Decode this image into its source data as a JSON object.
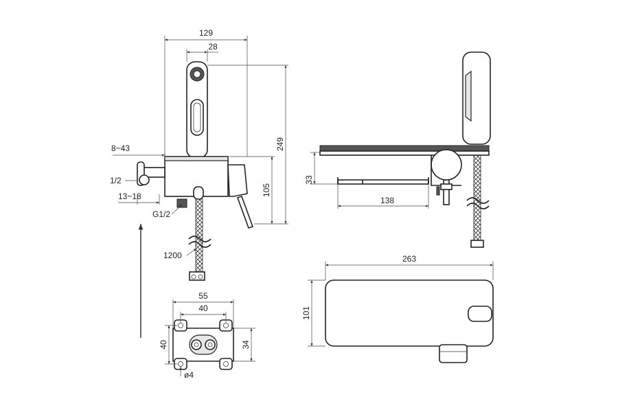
{
  "colors": {
    "line": "#222222",
    "background": "#ffffff"
  },
  "side_view": {
    "width_129": "129",
    "handle_28": "28",
    "height_249": "249",
    "height_105": "105",
    "wall_8_43": "8~43",
    "thread_1_2": "1/2",
    "depth_13_18": "13~18",
    "conn_g1_2": "G1/2",
    "hose_1200": "1200"
  },
  "mount_plate": {
    "width_55": "55",
    "holes_40": "40",
    "height_40": "40",
    "height_34": "34",
    "hole_dia": "ø4"
  },
  "front_view": {
    "height_33": "33",
    "shelf_138": "138"
  },
  "top_view": {
    "length_263": "263",
    "depth_101": "101"
  }
}
